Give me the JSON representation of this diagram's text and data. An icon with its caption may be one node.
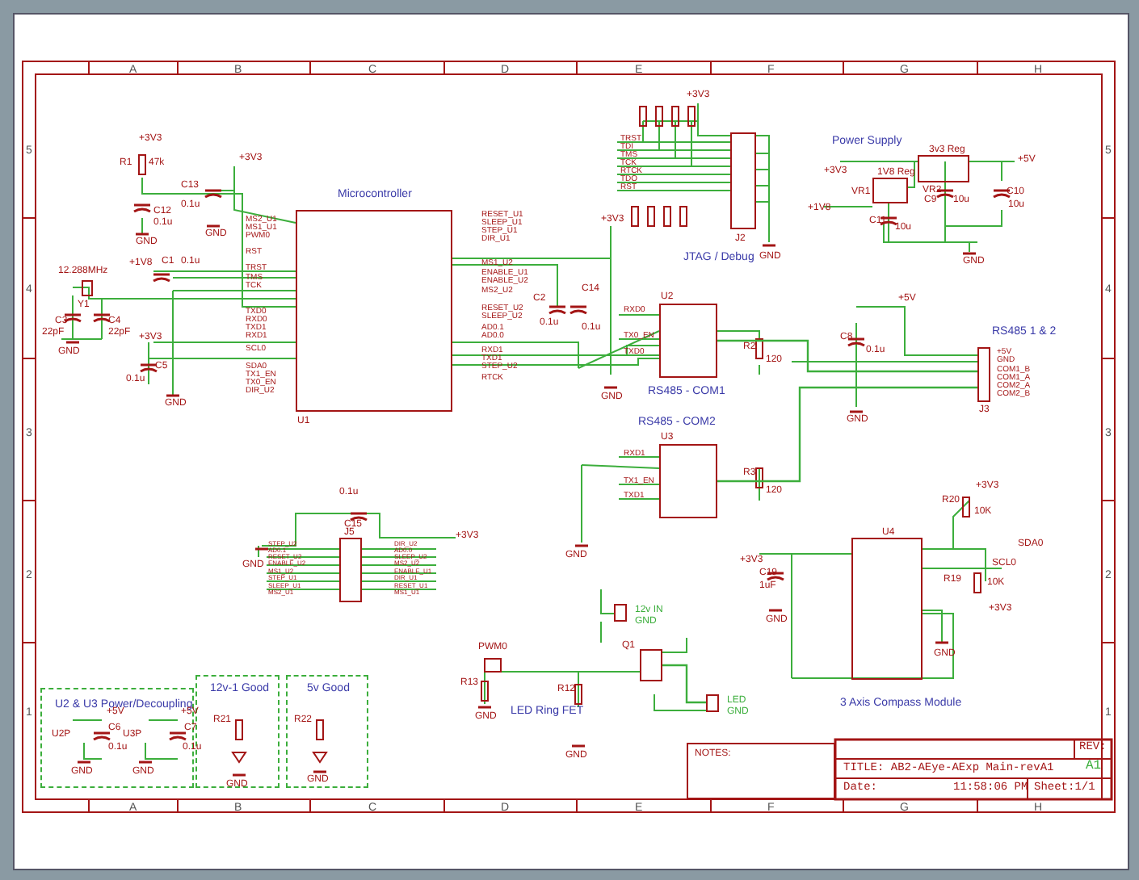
{
  "diagram": {
    "nodes": [
      {
        "text": [
          "Microcontroller",
          "U1"
        ]
      },
      {
        "text": [
          "J2",
          "JTAG / Debug"
        ]
      },
      {
        "text": [
          "1V8 Reg",
          "VR1"
        ]
      },
      {
        "text": [
          "3v3 Reg",
          "VR2"
        ]
      },
      {
        "text": [
          "U2",
          "RS485 - COM1"
        ]
      },
      {
        "text": [
          "RS485 - COM2",
          "U3"
        ]
      },
      {
        "text": [
          "RS485 1 & 2",
          "J3"
        ]
      },
      {
        "text": [
          "J5"
        ]
      },
      {
        "text": [
          "U4",
          "3 Axis Compass Module"
        ]
      },
      {
        "text": [
          "12v IN",
          "GND"
        ]
      },
      {
        "text": [
          "Q1"
        ]
      },
      {
        "text": [
          "LED",
          "GND"
        ]
      },
      {
        "text": [
          "U2 & U3 Power/Decoupling"
        ]
      },
      {
        "text": [
          "12v-1 Good"
        ]
      },
      {
        "text": [
          "5v Good"
        ]
      },
      {
        "text": [
          "NOTES:"
        ]
      }
    ],
    "edges": [
      {
        "from": 4,
        "to": 6,
        "arrow": "none"
      },
      {
        "from": 5,
        "to": 6,
        "arrow": "none"
      },
      {
        "from": 10,
        "to": 11,
        "arrow": "none"
      }
    ],
    "labels": [
      "A",
      "B",
      "C",
      "D",
      "E",
      "F",
      "G",
      "H",
      "A",
      "B",
      "C",
      "D",
      "E",
      "F",
      "G",
      "H",
      "5",
      "4",
      "3",
      "2",
      "1",
      "5",
      "4",
      "3",
      "2",
      "1",
      "+3V3",
      "R1",
      "47k",
      "C12",
      "0.1u",
      "GND",
      "+3V3",
      "C13",
      "0.1u",
      "GND",
      "+1V8",
      "C1",
      "0.1u",
      "12.288MHz",
      "Y1",
      "C3",
      "22pF",
      "C4",
      "22pF",
      "GND",
      "+3V3",
      "C5",
      "0.1u",
      "GND",
      "MS2_U1",
      "MS1_U1",
      "PWM0",
      "RST",
      "TRST",
      "TMS",
      "TCK",
      "TXD0",
      "RXD0",
      "TXD1",
      "RXD1",
      "SCL0",
      "SDA0",
      "TX1_EN",
      "TX0_EN",
      "DIR_U2",
      "RESET_U1",
      "SLEEP_U1",
      "STEP_U1",
      "DIR_U1",
      "MS1_U2",
      "ENABLE_U1",
      "ENABLE_U2",
      "MS2_U2",
      "RESET_U2",
      "SLEEP_U2",
      "AD0.1",
      "AD0.0",
      "RXD1",
      "TXD1",
      "STEP_U2",
      "RTCK",
      "C2",
      "0.1u",
      "C14",
      "0.1u",
      "+3V3",
      "GND",
      "TRST",
      "TDI",
      "TMS",
      "TCK",
      "RTCK",
      "TDO",
      "RST",
      "+3V3",
      "GND",
      "+3V3",
      "+5V",
      "+1V8",
      "C11",
      "10u",
      "C9",
      "10u",
      "C10",
      "10u",
      "GND",
      "RXD0",
      "TX0_EN",
      "TXD0",
      "R2",
      "120",
      "+5V",
      "C8",
      "0.1u",
      "GND",
      "+5V",
      "GND",
      "COM1_B",
      "COM1_A",
      "COM2_A",
      "COM2_B",
      "0.1u",
      "C15",
      "GND",
      "+3V3",
      "STEP_U2",
      "AD0.1",
      "RESET_U2",
      "ENABLE_U2",
      "MS1_U2",
      "STEP_U1",
      "SLEEP_U1",
      "MS2_U1",
      "DIR_U2",
      "AD0.0",
      "SLEEP_U2",
      "MS2_U2",
      "ENABLE_U1",
      "DIR_U1",
      "RESET_U1",
      "MS1_U1",
      "RXD1",
      "TX1_EN",
      "TXD1",
      "GND",
      "R3",
      "120",
      "R20",
      "10K",
      "+3V3",
      "SDA0",
      "SCL0",
      "R19",
      "10K",
      "+3V3",
      "C19",
      "1uF",
      "+3V3",
      "GND",
      "GND",
      "PWM0",
      "R13",
      "GND",
      "R12",
      "GND",
      "+5V",
      "C6",
      "0.1u",
      "GND",
      "+5V",
      "C7",
      "0.1u",
      "GND",
      "U2P",
      "U3P",
      "R21",
      "GND",
      "R22",
      "GND",
      "REV:",
      "TITLE: AB2-AEye-AExp Main-revA1",
      "A1",
      "Date:",
      "11:58:06 PM",
      "Sheet:1/1",
      "Power Supply",
      "LED Ring FET"
    ]
  }
}
